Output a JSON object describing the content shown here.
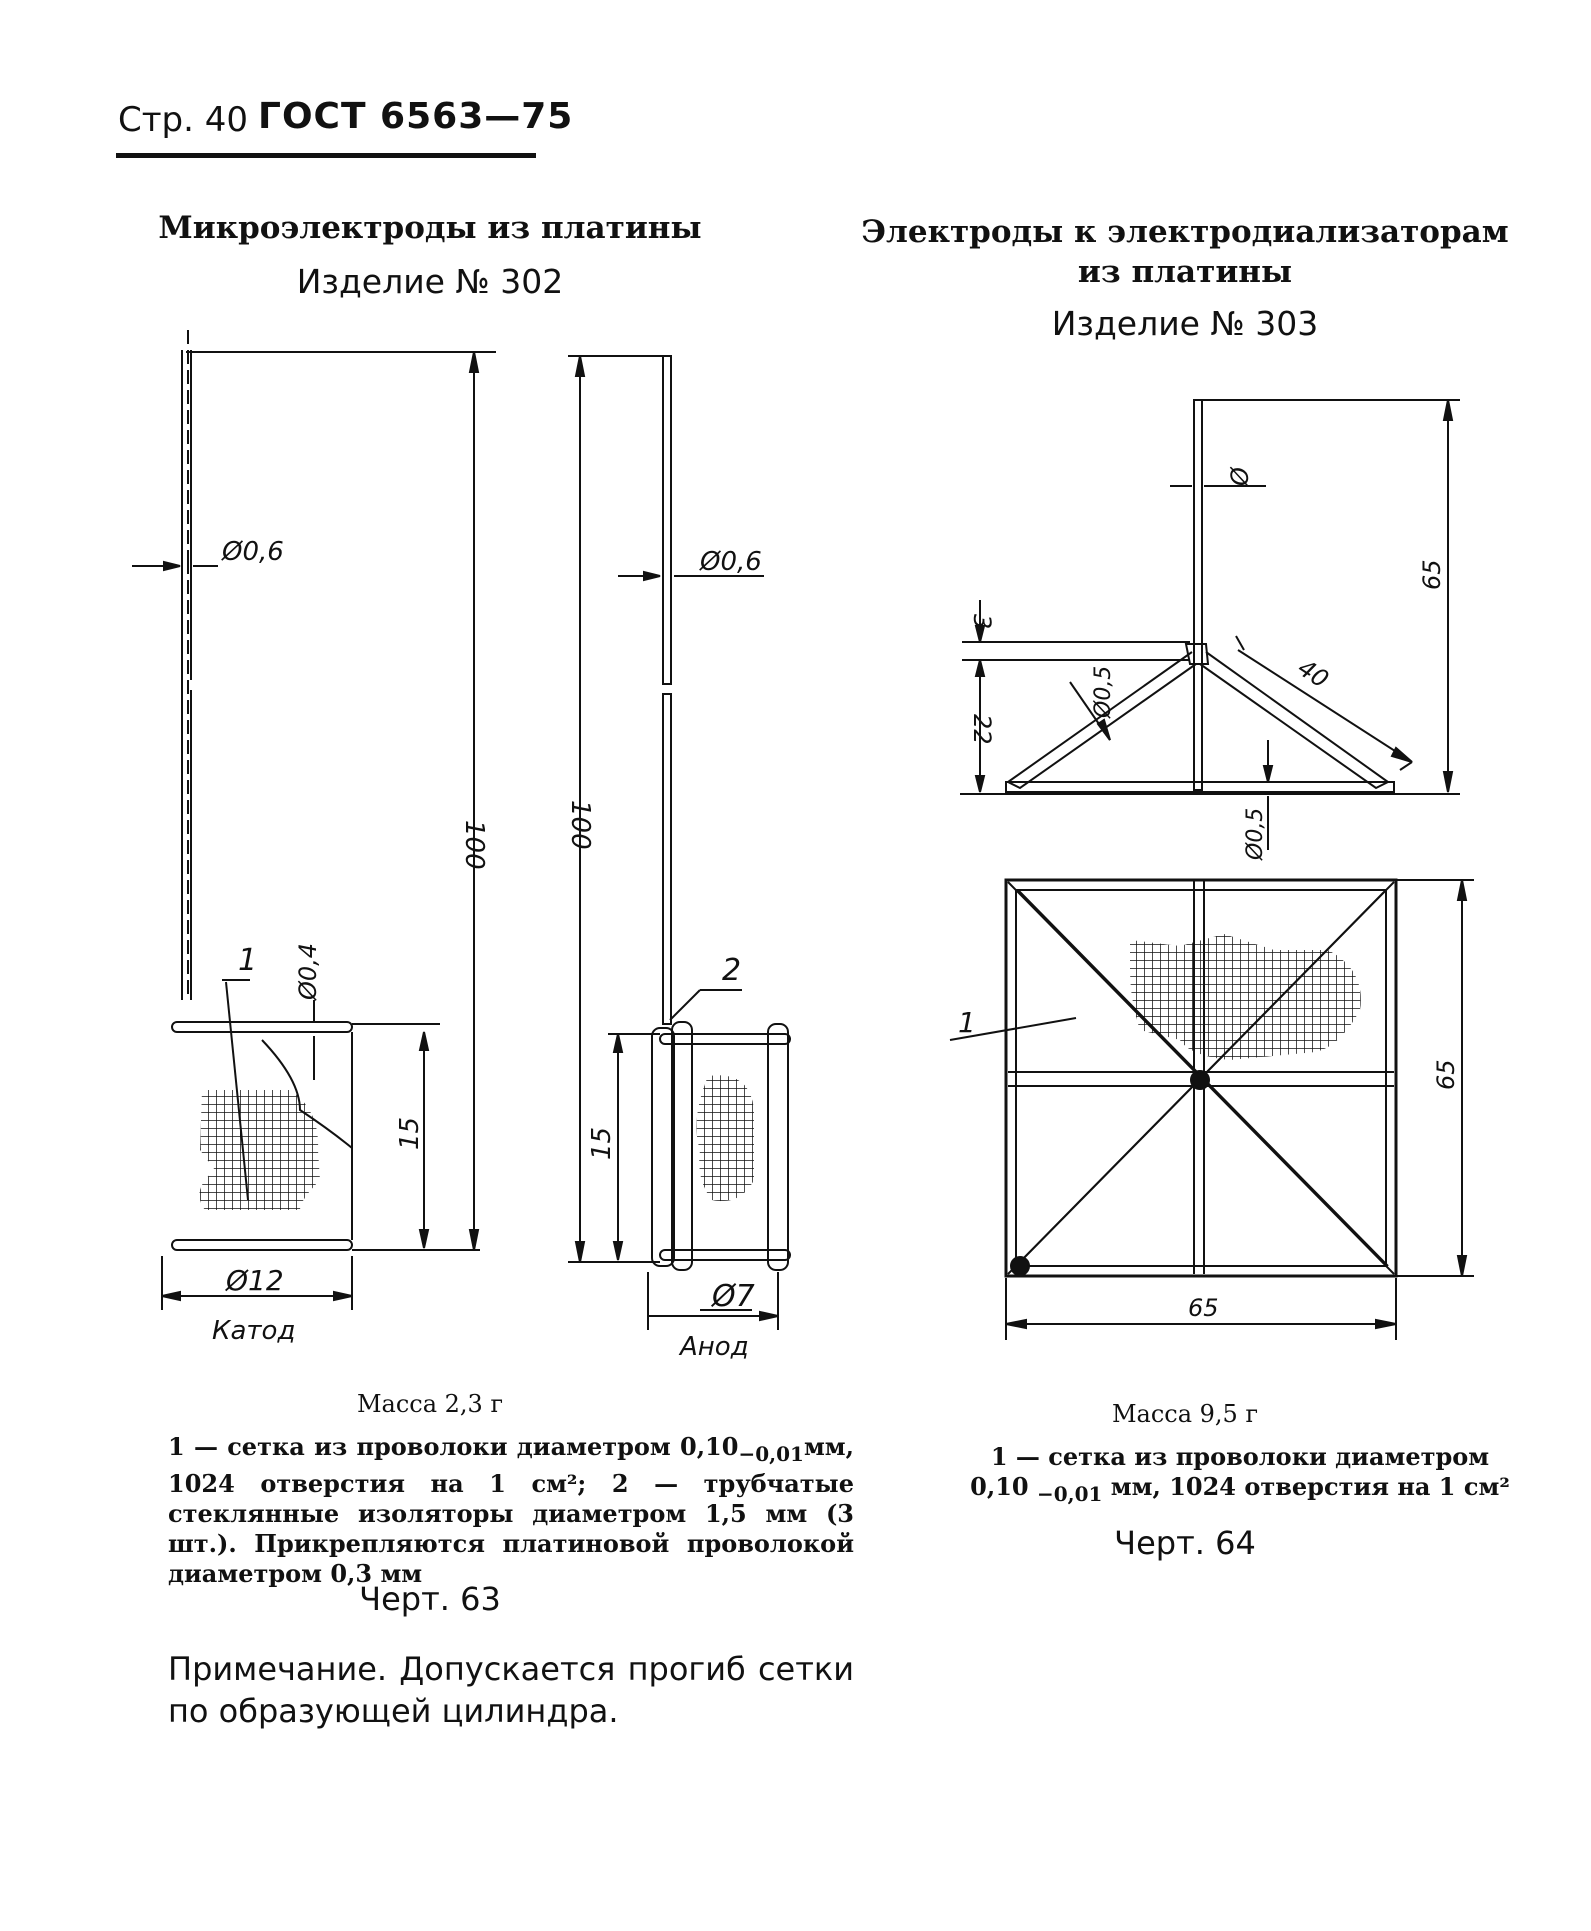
{
  "header": {
    "page": "Стр. 40",
    "standard": "ГОСТ 6563—75"
  },
  "left": {
    "title": "Микроэлектроды из платины",
    "item": "Изделие № 302",
    "dimensions": {
      "diameter_wire": "Ø0,6",
      "diameter_wire_anode": "Ø0,6",
      "diameter_ring": "Ø0,4",
      "length": "100",
      "length_anode": "100",
      "height": "15",
      "height_anode": "15",
      "cathode_diameter": "Ø12",
      "anode_diameter": "Ø7",
      "callout_1": "1",
      "callout_2": "2"
    },
    "cathode_label": "Катод",
    "anode_label": "Анод",
    "mass": "Масса 2,3 г",
    "legend_line1": "1 — сетка из проволоки диаметром 0,10",
    "legend_tol": "−0,01",
    "legend_unit": "мм,",
    "legend_rest": "1024 отверстия на 1 см²; 2 — трубчатые стеклянные изоляторы диаметром 1,5 мм (3 шт.). Прикрепляются платиновой проволокой диаметром 0,3 мм",
    "figure": "Черт. 63",
    "note": "Примечание. Допускается прогиб сетки по образующей цилиндра."
  },
  "right": {
    "title_line1": "Электроды к электродиализаторам",
    "title_line2": "из платины",
    "item": "Изделие № 303",
    "dimensions": {
      "diameter_top": "Ø",
      "height_total": "65",
      "top_gap": "3",
      "height_low": "22",
      "arm_length": "40",
      "arm_diameter": "Ø0,5",
      "base_diameter": "Ø0,5",
      "square_height": "65",
      "square_width": "65",
      "callout_1": "1"
    },
    "mass": "Масса 9,5 г",
    "legend_a": "1 — сетка из проволоки диаметром",
    "legend_b_num": "0,10",
    "legend_b_tol": "−0,01",
    "legend_b_rest": "мм, 1024 отверстия на 1 см²",
    "figure": "Черт. 64"
  }
}
